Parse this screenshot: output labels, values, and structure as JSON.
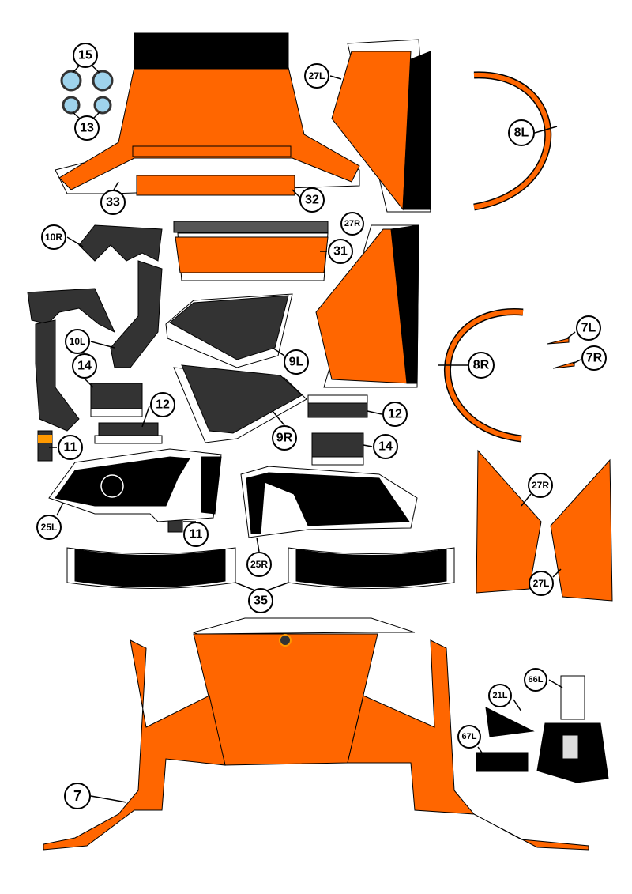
{
  "sheet": {
    "colors": {
      "orange": "#FF6600",
      "dark": "#333333",
      "black": "#000000"
    },
    "labels": {
      "p15": "15",
      "p13": "13",
      "p33": "33",
      "p32": "32",
      "p27L_top": "27L",
      "p8L": "8L",
      "p10R": "10R",
      "p31": "31",
      "p27R_top": "27R",
      "p10L": "10L",
      "p9L": "9L",
      "p14_left": "14",
      "p12_left": "12",
      "p11_left": "11",
      "p9R": "9R",
      "p12_right": "12",
      "p14_right": "14",
      "p7L": "7L",
      "p7R": "7R",
      "p8R": "8R",
      "p25L": "25L",
      "p11_mid": "11",
      "p25R": "25R",
      "p27R_bottom": "27R",
      "p27L_bottom": "27L",
      "p35": "35",
      "p7": "7",
      "p21L": "21L",
      "p66L": "66L",
      "p67L": "67L"
    }
  }
}
